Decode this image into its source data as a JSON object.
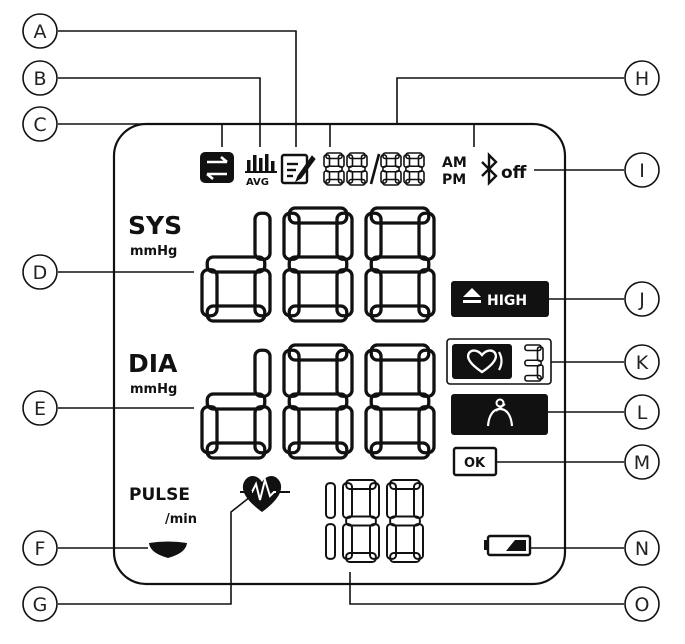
{
  "callouts": {
    "A": "A",
    "B": "B",
    "C": "C",
    "D": "D",
    "E": "E",
    "F": "F",
    "G": "G",
    "H": "H",
    "I": "I",
    "J": "J",
    "K": "K",
    "L": "L",
    "M": "M",
    "N": "N",
    "O": "O"
  },
  "display": {
    "sys_label": "SYS",
    "sys_unit": "mmHg",
    "dia_label": "DIA",
    "dia_unit": "mmHg",
    "pulse_label": "PULSE",
    "pulse_unit": "/min",
    "avg_label": "AVG",
    "am_label": "AM",
    "pm_label": "PM",
    "bt_off_label": "off",
    "high_label": "HIGH",
    "ok_label": "OK",
    "user_number": "3",
    "date_digits": "88/88",
    "sys_digits": "d88",
    "dia_digits": "d88",
    "pulse_digits": "188"
  },
  "icons": {
    "transfer": "transfer-arrows-icon",
    "average": "average-bars-icon",
    "memo": "memo-edit-icon",
    "bluetooth": "bluetooth-icon",
    "high": "high-warning-icon",
    "heart_user": "heart-user-icon",
    "cuff": "cuff-wrap-icon",
    "pulse_heart": "pulse-heart-icon",
    "battery": "battery-icon",
    "arrow": "level-pointer-icon"
  }
}
